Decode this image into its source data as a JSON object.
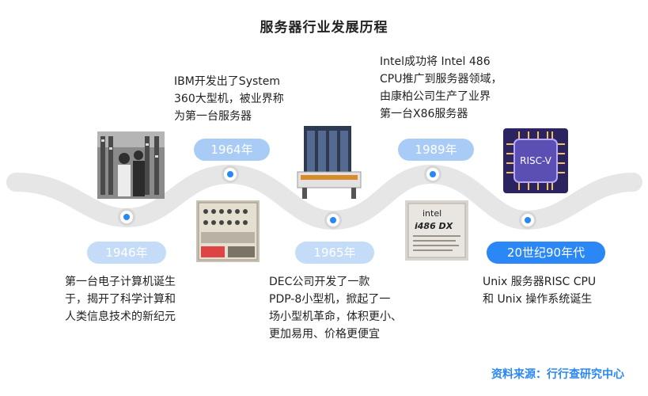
{
  "title": "服务器行业发展历程",
  "source": "资料来源：行行查研究中心",
  "colors": {
    "accent": "#2a87f5",
    "pill_light": "#c5dcf9",
    "wave": "#e6e6e6"
  },
  "events": [
    {
      "year": "1946年",
      "desc": "第一台电子计算机诞生\n于，揭开了科学计算和\n人类信息技术的新纪元",
      "image": "photo-eniac-operators"
    },
    {
      "year": "1964年",
      "desc": "IBM开发出了System\n360大型机，被业界称\n为第一台服务器",
      "image": "photo-ibm-system-360-panel"
    },
    {
      "year": "1965年",
      "desc": "DEC公司开发了一款\nPDP-8小型机，掀起了一\n场小型机革命，体积更小、\n更加易用、价格更便宜",
      "image": "photo-pdp-8-minicomputer"
    },
    {
      "year": "1989年",
      "desc": "Intel成功将 Intel 486\nCPU推广到服务器领域，\n由康柏公司生产了业界\n第一台X86服务器",
      "image": "photo-intel-486-dx-chip",
      "chip_brand": "intel",
      "chip_model": "i486 DX"
    },
    {
      "year": "20世纪90年代",
      "desc": "Unix 服务器RISC CPU\n和 Unix 操作系统诞生",
      "image": "icon-risc-v-chip",
      "chip_label": "RISC-V"
    }
  ]
}
